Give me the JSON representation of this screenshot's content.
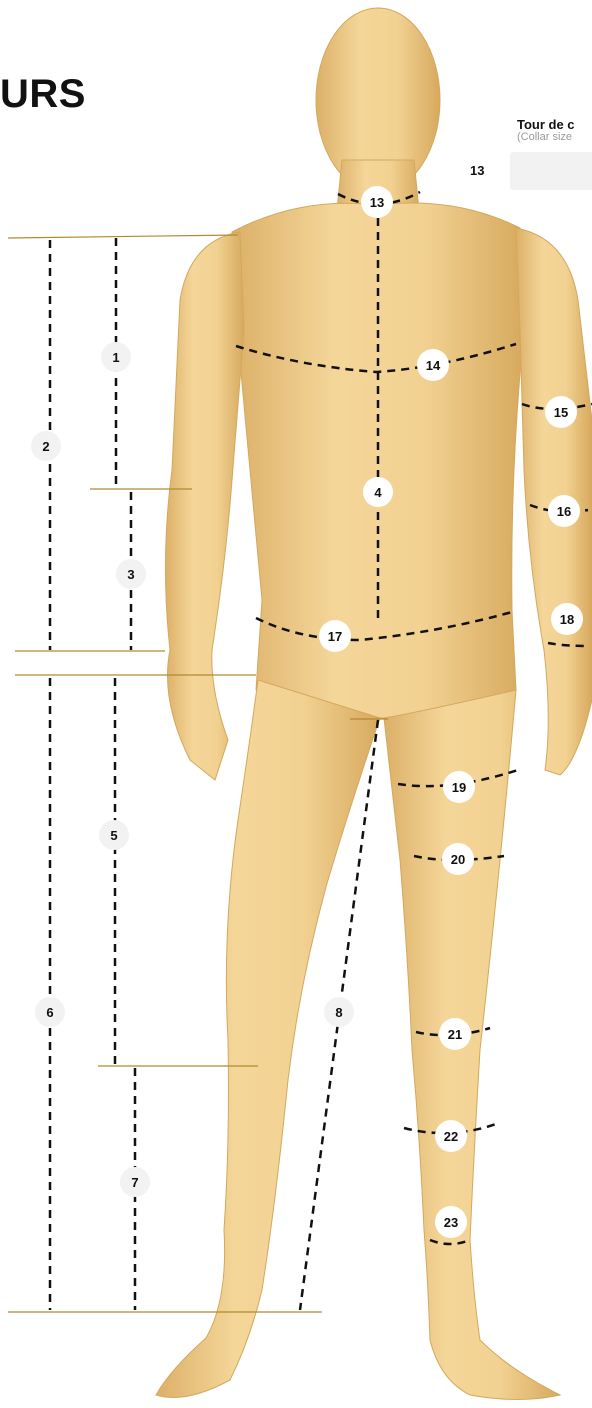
{
  "heading": "URS",
  "collar_field": {
    "title": "Tour de c",
    "subtitle": "(Collar size",
    "number": "13",
    "value": ""
  },
  "markers": [
    "1",
    "2",
    "3",
    "4",
    "5",
    "6",
    "7",
    "8",
    "13",
    "14",
    "15",
    "16",
    "17",
    "18",
    "19",
    "20",
    "21",
    "22",
    "23"
  ],
  "colors": {
    "skin": "#f0cf8f",
    "skin_shadow": "#d9ae62",
    "guide_line": "#b08a2e",
    "dash": "#111111",
    "badge_fill": "#f2f2f2",
    "badge_white": "#ffffff"
  }
}
